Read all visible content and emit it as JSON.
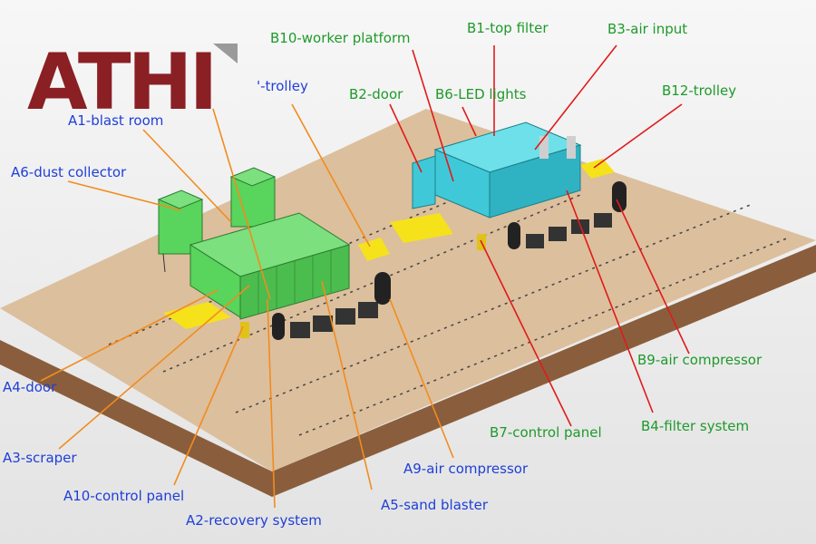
{
  "logo": {
    "text": "ATHI",
    "color": "#8a1f24",
    "accent": "#9a9a9a"
  },
  "colors": {
    "floor_top": "#dcbf9d",
    "floor_side": "#8a5e3c",
    "line_a": "#f28c1e",
    "line_b": "#e11a1a",
    "label_a": "#1f3fd8",
    "label_b": "#1e9a2a",
    "room_a": "#59d45c",
    "room_b": "#3fc9d8",
    "yellow_pad": "#f5e21b",
    "dark": "#222222"
  },
  "labels_a": {
    "trolley": "'-trolley",
    "a1": "A1-blast room",
    "a6": "A6-dust collector",
    "a4": "A4-door",
    "a3": "A3-scraper",
    "a10": "A10-control panel",
    "a2": "A2-recovery system",
    "a5": "A5-sand blaster",
    "a9": "A9-air compressor"
  },
  "labels_b": {
    "b10": "B10-worker platform",
    "b1": "B1-top filter",
    "b3": "B3-air input",
    "b2": "B2-door",
    "b6": "B6-LED lights",
    "b12": "B12-trolley",
    "b9": "B9-air compressor",
    "b7": "B7-control panel",
    "b4": "B4-filter system"
  }
}
